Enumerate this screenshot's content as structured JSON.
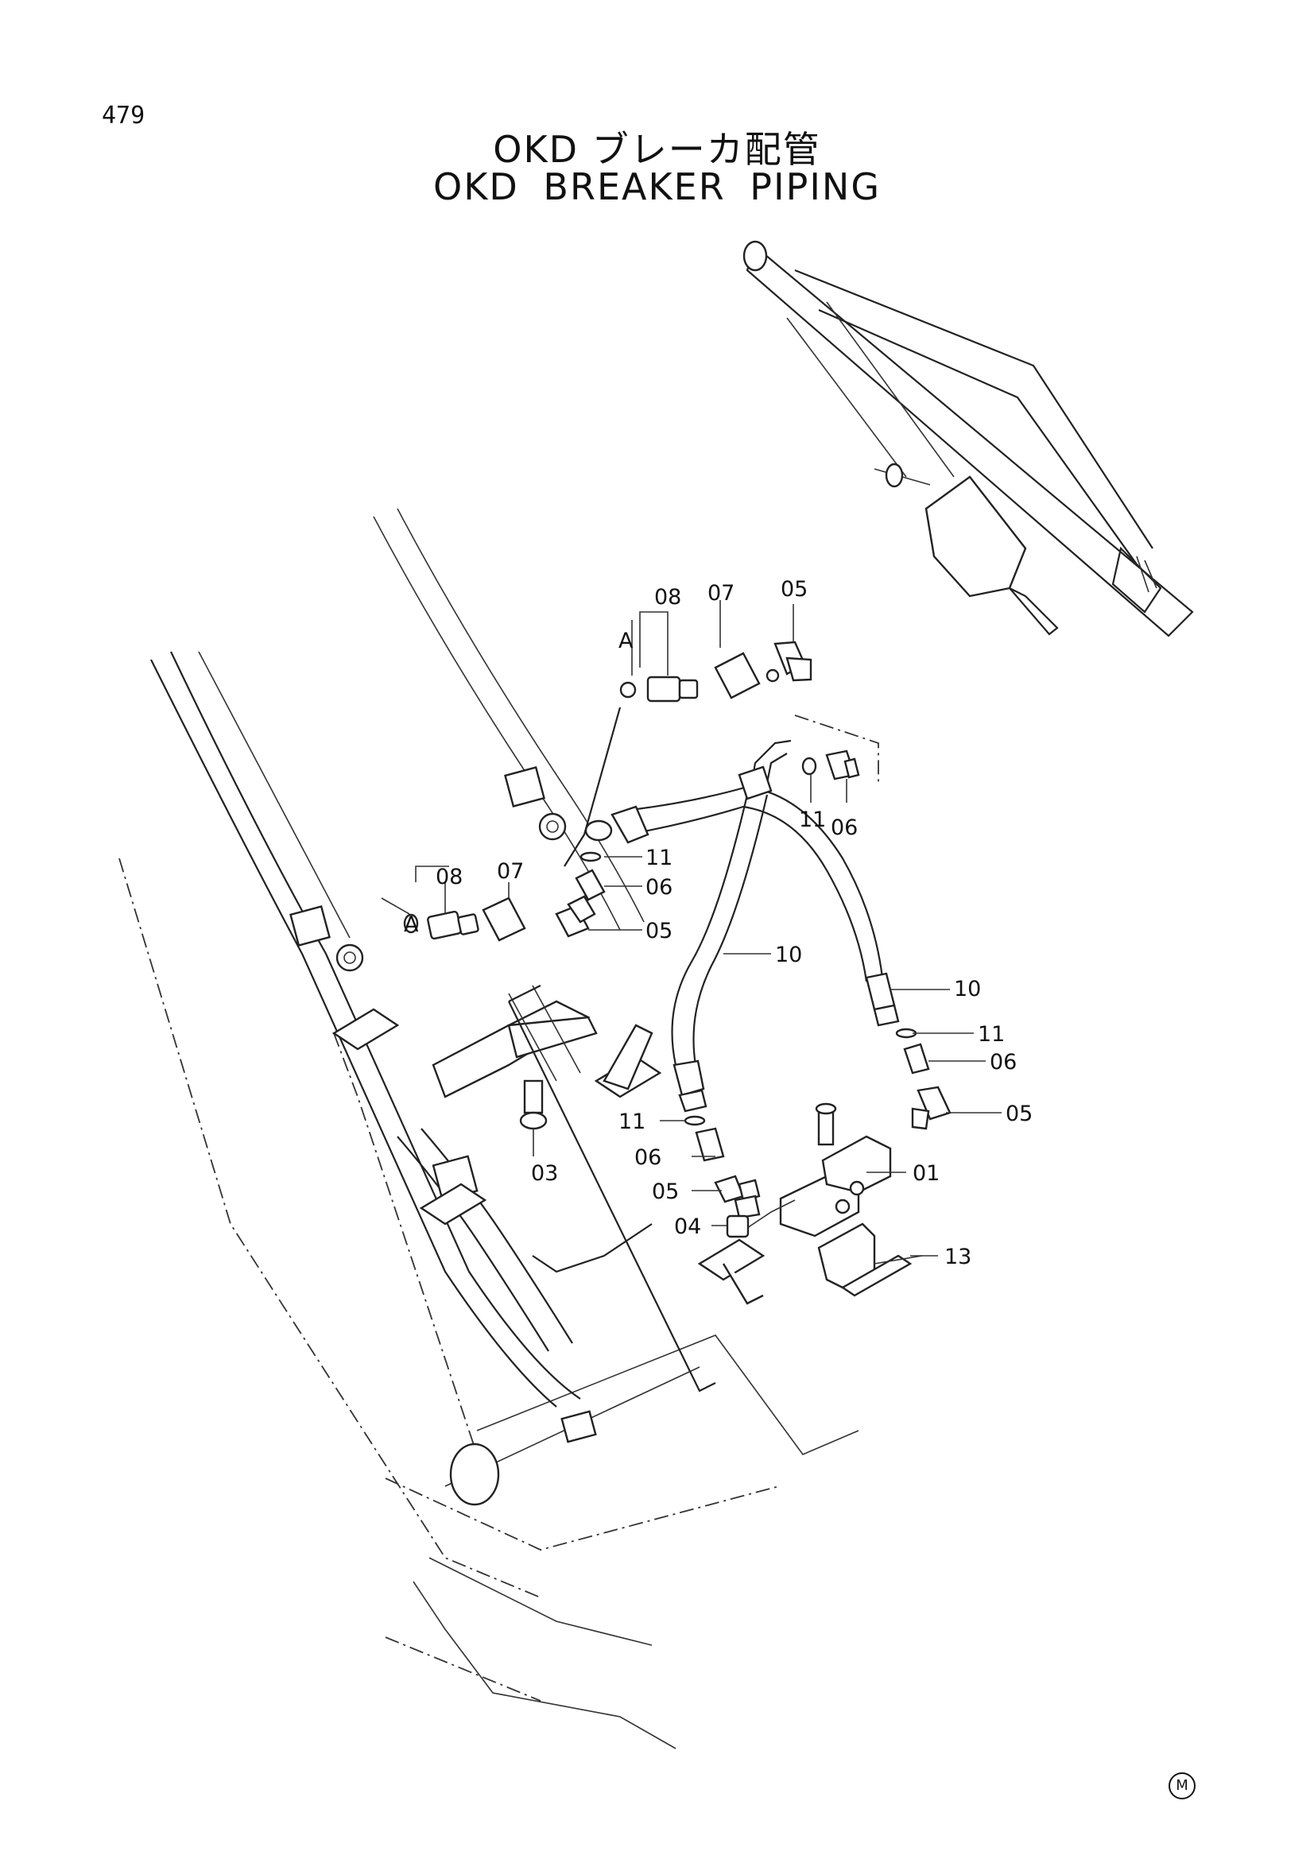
{
  "page_number": "479",
  "title_ja": "OKD ブレーカ配管",
  "title_en": "OKD BREAKER PIPING",
  "view_labels": [
    "A",
    "A"
  ],
  "part_numbers": {
    "p01": "01",
    "p03": "03",
    "p04": "04",
    "p05": "05",
    "p06": "06",
    "p07": "07",
    "p08": "08",
    "p10": "10",
    "p11": "11",
    "p13": "13"
  },
  "mark": "M"
}
